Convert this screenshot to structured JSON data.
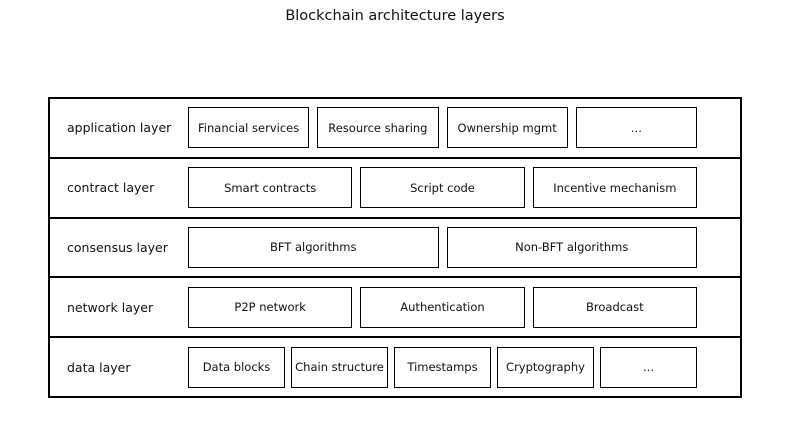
{
  "title": "Blockchain architecture layers",
  "layers": [
    {
      "label": "application layer",
      "boxes": [
        "Financial services",
        "Resource sharing",
        "Ownership mgmt",
        "..."
      ]
    },
    {
      "label": "contract layer",
      "boxes": [
        "Smart contracts",
        "Script code",
        "Incentive mechanism"
      ]
    },
    {
      "label": "consensus layer",
      "boxes": [
        "BFT algorithms",
        "Non-BFT algorithms"
      ]
    },
    {
      "label": "network layer",
      "boxes": [
        "P2P network",
        "Authentication",
        "Broadcast"
      ]
    },
    {
      "label": "data layer",
      "boxes": [
        "Data blocks",
        "Chain structure",
        "Timestamps",
        "Cryptography",
        "..."
      ]
    }
  ],
  "colors": {
    "background": "#ffffff",
    "border": "#000000",
    "text": "#111111"
  }
}
